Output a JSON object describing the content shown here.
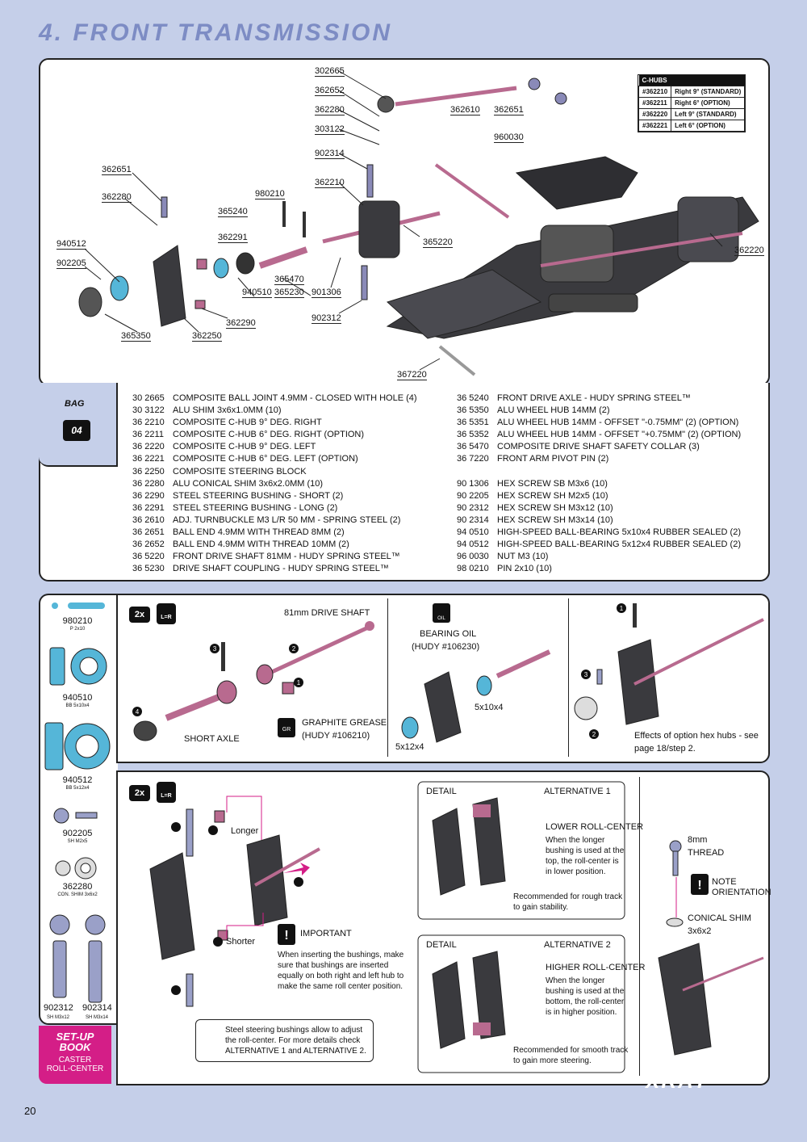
{
  "page": {
    "title": "4. FRONT TRANSMISSION",
    "page_number": "20",
    "brand": "XRAY"
  },
  "chubs_table": {
    "header": "C-HUBS",
    "rows": [
      {
        "code": "#362210",
        "desc": "Right 9° (STANDARD)"
      },
      {
        "code": "#362211",
        "desc": "Right 6°      (OPTION)"
      },
      {
        "code": "#362220",
        "desc": "Left 9°   (STANDARD)"
      },
      {
        "code": "#362221",
        "desc": "Left 6°        (OPTION)"
      }
    ]
  },
  "diagram_labels": [
    "302665",
    "362652",
    "362280",
    "303122",
    "902314",
    "362610",
    "362651",
    "960030",
    "362651",
    "362280",
    "980210",
    "365240",
    "362210",
    "362291",
    "940512",
    "902205",
    "365220",
    "362220",
    "365470",
    "940510",
    "365230",
    "901306",
    "902312",
    "362290",
    "365350",
    "362250",
    "367220"
  ],
  "bag": {
    "label": "BAG",
    "number": "04"
  },
  "parts_left": [
    {
      "code": "30 2665",
      "desc": "COMPOSITE BALL JOINT 4.9MM - CLOSED WITH HOLE (4)"
    },
    {
      "code": "30 3122",
      "desc": "ALU SHIM 3x6x1.0MM (10)"
    },
    {
      "code": "36 2210",
      "desc": "COMPOSITE C-HUB 9° DEG. RIGHT"
    },
    {
      "code": "36 2211",
      "desc": "COMPOSITE C-HUB 6° DEG. RIGHT (OPTION)"
    },
    {
      "code": "36 2220",
      "desc": "COMPOSITE C-HUB 9° DEG. LEFT"
    },
    {
      "code": "36 2221",
      "desc": "COMPOSITE C-HUB 6° DEG. LEFT (OPTION)"
    },
    {
      "code": "36 2250",
      "desc": "COMPOSITE STEERING BLOCK"
    },
    {
      "code": "36 2280",
      "desc": "ALU CONICAL SHIM 3x6x2.0MM (10)"
    },
    {
      "code": "36 2290",
      "desc": "STEEL STEERING BUSHING - SHORT (2)"
    },
    {
      "code": "36 2291",
      "desc": "STEEL STEERING BUSHING - LONG (2)"
    },
    {
      "code": "36 2610",
      "desc": "ADJ. TURNBUCKLE M3 L/R 50 MM  - SPRING STEEL (2)"
    },
    {
      "code": "36 2651",
      "desc": "BALL END 4.9MM WITH THREAD 8MM (2)"
    },
    {
      "code": "36 2652",
      "desc": "BALL END 4.9MM WITH THREAD 10MM (2)"
    },
    {
      "code": "36 5220",
      "desc": "FRONT DRIVE SHAFT 81MM - HUDY SPRING STEEL™"
    },
    {
      "code": "36 5230",
      "desc": "DRIVE SHAFT COUPLING  - HUDY SPRING STEEL™"
    }
  ],
  "parts_right": [
    {
      "code": "36 5240",
      "desc": "FRONT DRIVE AXLE - HUDY SPRING STEEL™"
    },
    {
      "code": "36 5350",
      "desc": "ALU WHEEL HUB 14MM (2)"
    },
    {
      "code": "36 5351",
      "desc": "ALU WHEEL HUB 14MM - OFFSET \"-0.75MM\" (2) (OPTION)"
    },
    {
      "code": "36 5352",
      "desc": "ALU WHEEL HUB 14MM - OFFSET \"+0.75MM\" (2) (OPTION)"
    },
    {
      "code": "36 5470",
      "desc": "COMPOSITE DRIVE SHAFT SAFETY COLLAR (3)"
    },
    {
      "code": "36 7220",
      "desc": "FRONT ARM PIVOT PIN (2)"
    },
    {
      "code": "",
      "desc": ""
    },
    {
      "code": "90 1306",
      "desc": "HEX SCREW  SB M3x6  (10)"
    },
    {
      "code": "90 2205",
      "desc": "HEX SCREW  SH M2x5  (10)"
    },
    {
      "code": "90 2312",
      "desc": "HEX SCREW  SH M3x12  (10)"
    },
    {
      "code": "90 2314",
      "desc": "HEX SCREW  SH M3x14  (10)"
    },
    {
      "code": "94 0510",
      "desc": "HIGH-SPEED BALL-BEARING 5x10x4 RUBBER SEALED  (2)"
    },
    {
      "code": "94 0512",
      "desc": "HIGH-SPEED BALL-BEARING 5x12x4 RUBBER SEALED  (2)"
    },
    {
      "code": "96 0030",
      "desc": "NUT M3  (10)"
    },
    {
      "code": "98 0210",
      "desc": "PIN 2x10  (10)"
    }
  ],
  "sidebar": {
    "items": [
      {
        "code": "980210",
        "sub": "P 2x10"
      },
      {
        "code": "940510",
        "sub": "BB 5x10x4"
      },
      {
        "code": "940512",
        "sub": "BB 5x12x4"
      },
      {
        "code": "902205",
        "sub": "SH M2x5"
      },
      {
        "code": "362280",
        "sub": "CON. SHIM 3x6x2"
      },
      {
        "code": "902312",
        "sub": "SH M3x12"
      },
      {
        "code": "902314",
        "sub": "SH M3x14"
      }
    ],
    "setup": {
      "title1": "SET-UP",
      "title2": "BOOK",
      "sub1": "CASTER",
      "sub2": "ROLL-CENTER"
    }
  },
  "step1": {
    "count": "2x",
    "lr": "L=R",
    "drive_shaft": "81mm DRIVE SHAFT",
    "short_axle": "SHORT AXLE",
    "graphite_grease": "GRAPHITE GREASE",
    "graphite_ref": "(HUDY #106210)",
    "bearing_oil": "BEARING OIL",
    "bearing_oil_ref": "(HUDY #106230)",
    "oil": "OIL",
    "gr": "GR",
    "b5x10x4": "5x10x4",
    "b5x12x4": "5x12x4",
    "effects1": "Effects of option hex hubs - see",
    "effects2": "page 18/step 2.",
    "n1": "1",
    "n2": "2",
    "n3": "3",
    "n4": "4"
  },
  "step2": {
    "count": "2x",
    "lr": "L=R",
    "longer": "Longer",
    "shorter": "Shorter",
    "important": "IMPORTANT",
    "important_text": [
      "When inserting the bushings, make",
      "sure that bushings are inserted",
      "equally on both right and left hub to",
      "make the same roll center position."
    ],
    "steel_note": [
      "Steel steering bushings allow to adjust",
      "the roll-center. For more details check",
      "ALTERNATIVE 1 and ALTERNATIVE 2."
    ],
    "detail": "DETAIL",
    "alt1": "ALTERNATIVE 1",
    "alt1_head": "LOWER ROLL-CENTER",
    "alt1_text": [
      "When the longer",
      "bushing is used at the",
      "top, the roll-center is",
      "in lower position."
    ],
    "alt1_rec": [
      "Recommended for rough track",
      "to gain stability."
    ],
    "alt2": "ALTERNATIVE 2",
    "alt2_head": "HIGHER ROLL-CENTER",
    "alt2_text": [
      "When the longer",
      "bushing is used at the",
      "bottom, the roll-center",
      "is in higher position."
    ],
    "alt2_rec": [
      "Recommended for smooth track",
      "to gain more steering."
    ],
    "thread1": "8mm",
    "thread2": "THREAD",
    "note1": "NOTE",
    "note2": "ORIENTATION",
    "shim1": "CONICAL SHIM",
    "shim2": "3x6x2"
  },
  "colors": {
    "accent": "#d41e87",
    "bg": "#c5cfe9",
    "part_blue": "#55b6d8",
    "part_dark": "#3a3a3e",
    "rod": "#b86a8f"
  }
}
